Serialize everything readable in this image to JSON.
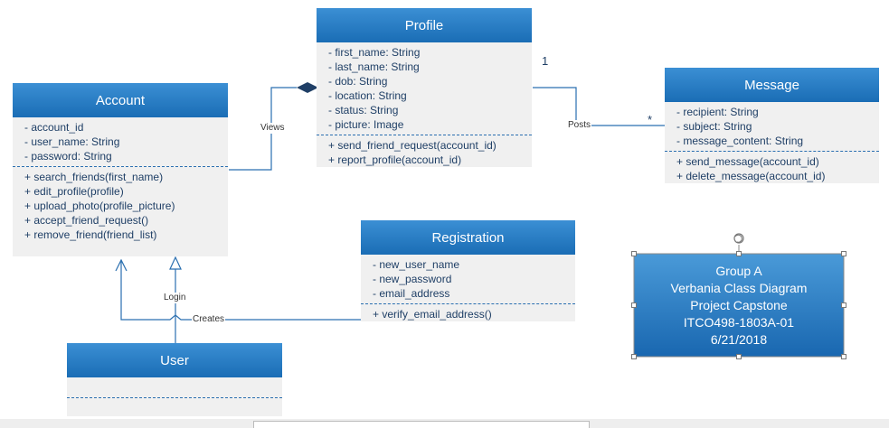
{
  "classes": {
    "profile": {
      "name": "Profile",
      "attributes": [
        "- first_name: String",
        "- last_name: String",
        "- dob: String",
        "- location: String",
        "- status: String",
        "- picture: Image"
      ],
      "methods": [
        "+ send_friend_request(account_id)",
        "+ report_profile(account_id)"
      ]
    },
    "account": {
      "name": "Account",
      "attributes": [
        "- account_id",
        "- user_name: String",
        "- password: String"
      ],
      "methods": [
        "+ search_friends(first_name)",
        "+ edit_profile(profile)",
        "+ upload_photo(profile_picture)",
        "+ accept_friend_request()",
        "+ remove_friend(friend_list)"
      ]
    },
    "message": {
      "name": "Message",
      "attributes": [
        "- recipient: String",
        "- subject: String",
        "- message_content: String"
      ],
      "methods": [
        "+ send_message(account_id)",
        "+ delete_message(account_id)"
      ]
    },
    "registration": {
      "name": "Registration",
      "attributes": [
        "- new_user_name",
        "- new_password",
        "- email_address"
      ],
      "methods": [
        "+  verify_email_address()"
      ]
    },
    "user": {
      "name": "User",
      "attributes": [],
      "methods": []
    }
  },
  "connectors": {
    "views": "Views",
    "posts": "Posts",
    "login": "Login",
    "creates": "Creates",
    "mult_one": "1",
    "mult_many": "*"
  },
  "note": {
    "lines": [
      "Group A",
      "Verbania Class Diagram",
      "Project Capstone",
      "ITCO498-1803A-01",
      "6/21/2018"
    ]
  },
  "colors": {
    "header": "#1a6db5",
    "body": "#f0f0f0",
    "line": "#2a6fb0",
    "text": "#1f3f66"
  }
}
